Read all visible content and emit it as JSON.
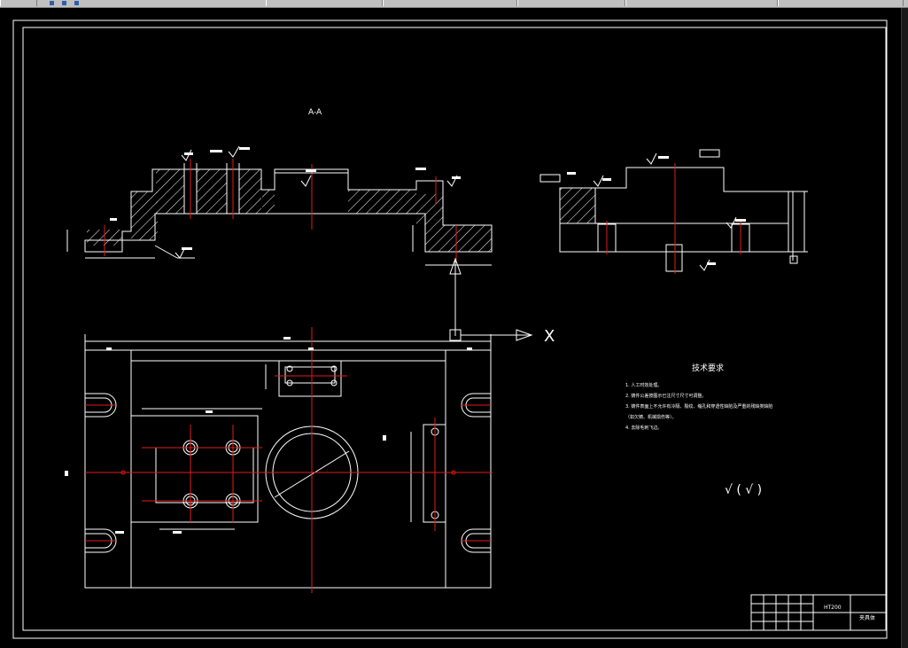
{
  "window": {
    "title_bar_visible": true
  },
  "drawing": {
    "section_label": "A-A",
    "axis_label": "X",
    "tech_requirements": {
      "title": "技术要求",
      "items": [
        "1. 人工时效处理。",
        "2. 铸件公差按图示已注尺寸尺寸可调整。",
        "3. 铸件表面上不允许有冷隔、裂纹、缩孔和穿透性缺陷及严重的残缺类缺陷",
        "（如欠铸、机械损伤等）。",
        "4. 去除毛刺飞边。"
      ]
    },
    "roughness_symbol": "√ ( √ )",
    "title_block": {
      "material": "HT200",
      "part_name": "夹具体"
    }
  },
  "colors": {
    "background": "#000000",
    "line": "#ffffff",
    "centerline": "#e11b1b"
  }
}
